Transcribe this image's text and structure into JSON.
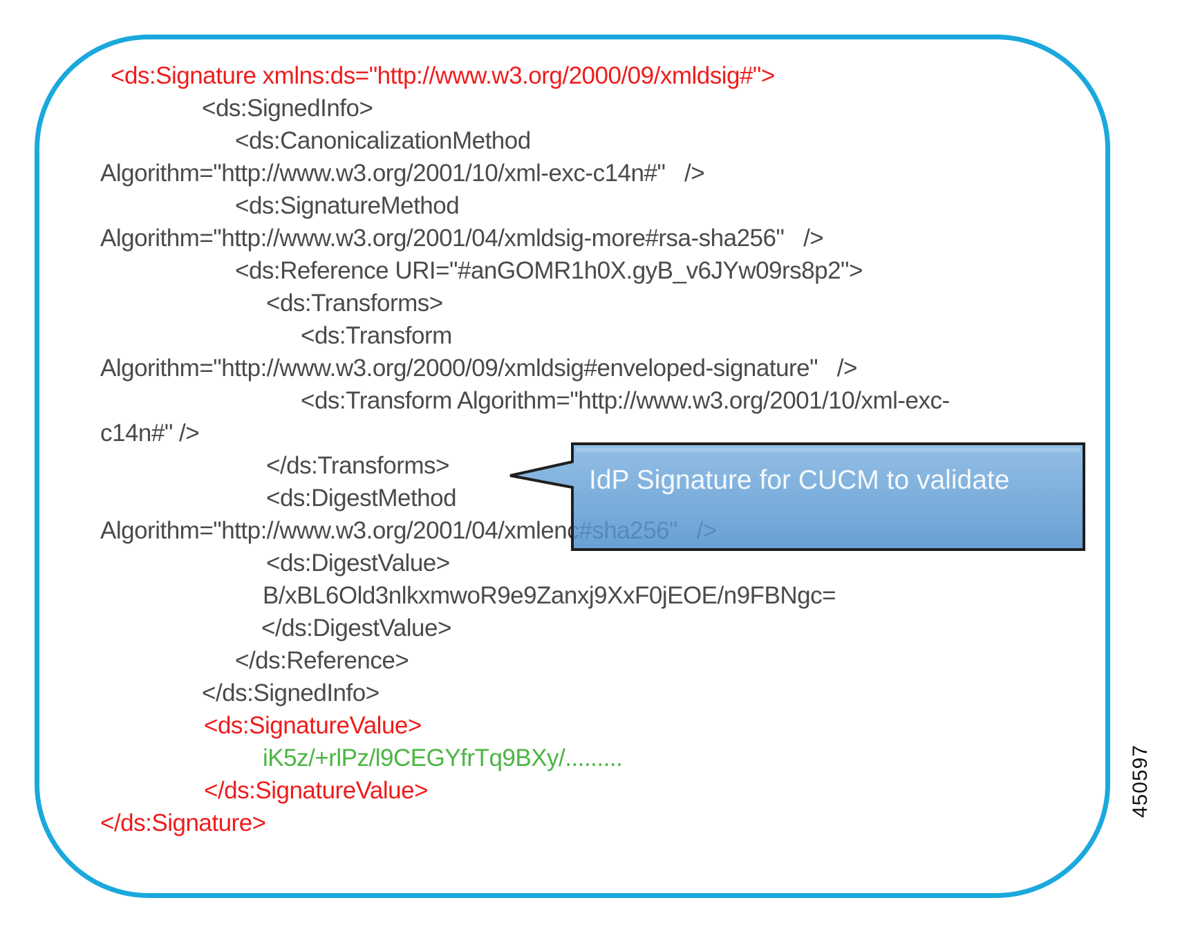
{
  "xml_lines": [
    {
      "text": "<ds:Signature xmlns:ds=\"http://www.w3.org/2000/09/xmldsig#\">",
      "color": "red"
    },
    {
      "text": "<ds:SignedInfo>",
      "color": "gray"
    },
    {
      "text": "<ds:CanonicalizationMethod",
      "color": "gray"
    },
    {
      "text": "Algorithm=\"http://www.w3.org/2001/10/xml-exc-c14n#\"   />",
      "color": "gray"
    },
    {
      "text": "<ds:SignatureMethod",
      "color": "gray"
    },
    {
      "text": "Algorithm=\"http://www.w3.org/2001/04/xmldsig-more#rsa-sha256\"   />",
      "color": "gray"
    },
    {
      "text": "<ds:Reference URI=\"#anGOMR1h0X.gyB_v6JYw09rs8p2\">",
      "color": "gray"
    },
    {
      "text": "<ds:Transforms>",
      "color": "gray"
    },
    {
      "text": "<ds:Transform",
      "color": "gray"
    },
    {
      "text": "Algorithm=\"http://www.w3.org/2000/09/xmldsig#enveloped-signature\"   />",
      "color": "gray"
    },
    {
      "text": "<ds:Transform Algorithm=\"http://www.w3.org/2001/10/xml-exc-",
      "color": "gray"
    },
    {
      "text": "c14n#\" />",
      "color": "gray"
    },
    {
      "text": "</ds:Transforms>",
      "color": "gray"
    },
    {
      "text": "<ds:DigestMethod",
      "color": "gray"
    },
    {
      "text": "Algorithm=\"http://www.w3.org/2001/04/xmlenc#sha256\"   />",
      "color": "gray"
    },
    {
      "text": "<ds:DigestValue>",
      "color": "gray"
    },
    {
      "text": "B/xBL6Old3nlkxmwoR9e9Zanxj9XxF0jEOE/n9FBNgc=",
      "color": "gray"
    },
    {
      "text": "</ds:DigestValue>",
      "color": "gray"
    },
    {
      "text": "</ds:Reference>",
      "color": "gray"
    },
    {
      "text": "</ds:SignedInfo>",
      "color": "gray"
    },
    {
      "text": "<ds:SignatureValue>",
      "color": "red"
    },
    {
      "text": "iK5z/+rlPz/l9CEGYfrTq9BXy/.........",
      "color": "green"
    },
    {
      "text": "</ds:SignatureValue>",
      "color": "red"
    },
    {
      "text": "</ds:Signature>",
      "color": "red"
    }
  ],
  "callout": {
    "text": "IdP Signature for CUCM   to validate"
  },
  "figure_id": "450597",
  "colors": {
    "frame": "#1aa8dd",
    "callout_fill": "#5b9bd5",
    "red": "#ee1c1c",
    "gray": "#4a4a4a",
    "green": "#4bb543"
  }
}
